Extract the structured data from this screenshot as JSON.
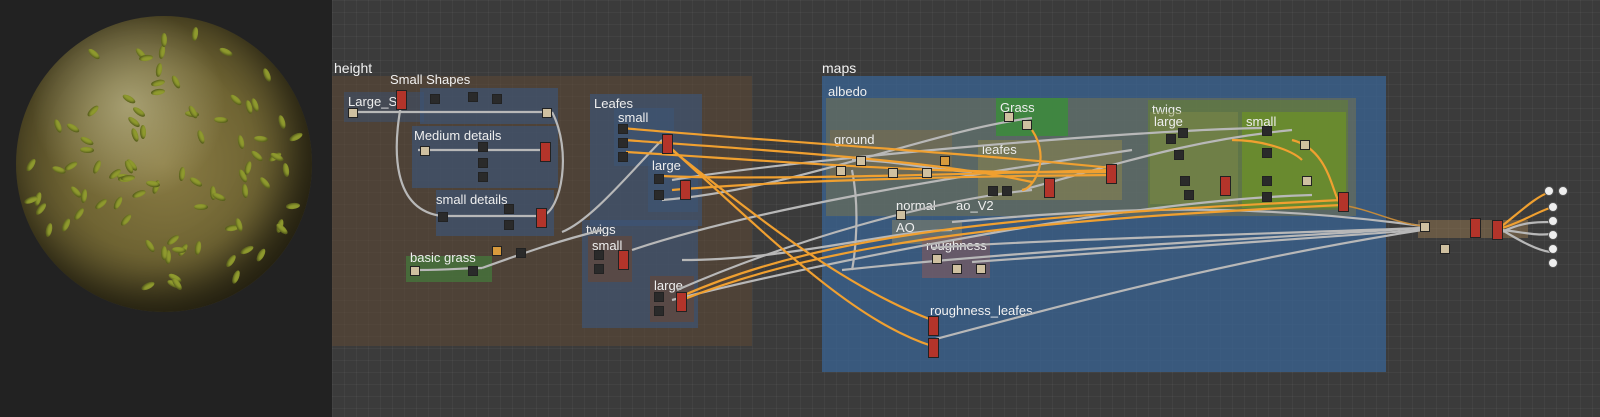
{
  "frames": {
    "height": "height",
    "small_shapes": "Small Shapes",
    "large_shapes": "Large_Sh",
    "medium_details": "Medium  details",
    "small_details": "small  details",
    "basic_grass": "basic grass",
    "leafes": "Leafes",
    "leafes_small": "small",
    "leafes_large": "large",
    "twigs": "twigs",
    "twigs_small": "small",
    "twigs_large": "large",
    "maps": "maps",
    "albedo": "albedo",
    "ground": "ground",
    "grass": "Grass",
    "albedo_leafes": "leafes",
    "albedo_twigs": "twigs",
    "albedo_twigs_large": "large",
    "albedo_twigs_small": "small",
    "normal": "normal",
    "ao": "AO",
    "ao_v2": "ao_V2",
    "roughness": "roughness",
    "roughness_leafes": "roughness_leafes"
  },
  "colors": {
    "wire_orange": "#f0a030",
    "wire_gray": "#b0b0b0",
    "height_frame": "#4a3f33",
    "maps_frame": "#3a5f8a",
    "grass_frame": "#3d8a3d",
    "twigs_frame": "#6a8d2c"
  },
  "icons": [
    "node-icon",
    "output-port-icon",
    "sphere-preview"
  ]
}
